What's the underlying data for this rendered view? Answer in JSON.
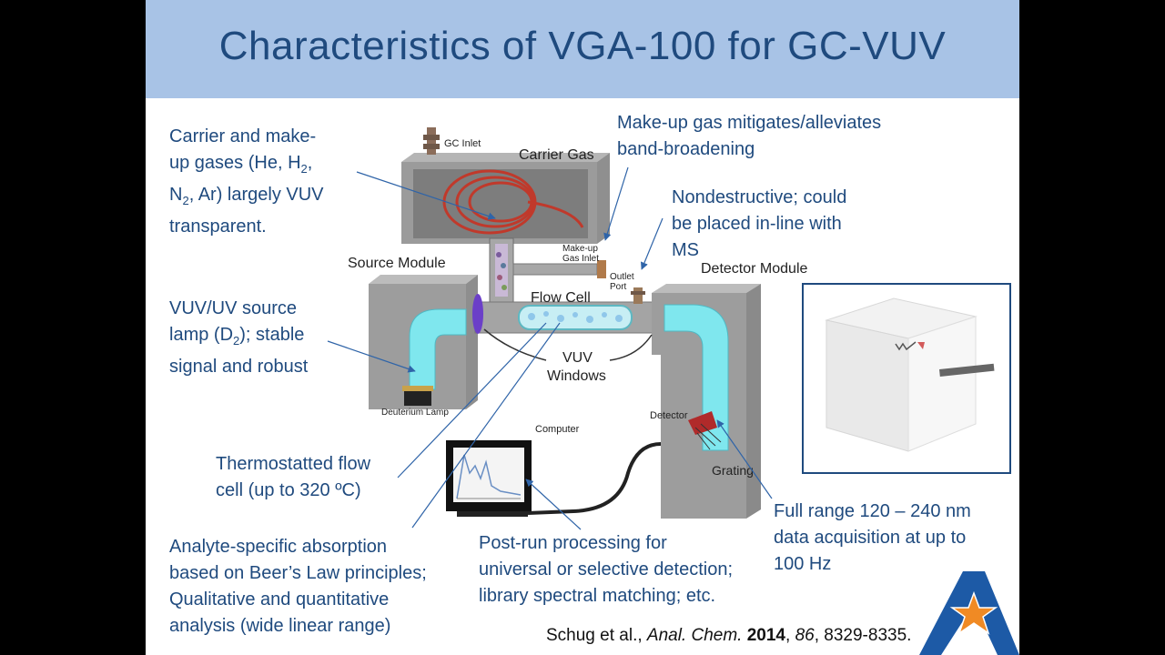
{
  "slide": {
    "title": "Characteristics of VGA-100 for GC-VUV",
    "annotations": [
      {
        "id": "carrier",
        "lines": [
          [
            "Carrier and make-"
          ],
          [
            "up gases (He, H",
            {
              "sub": "2"
            },
            ","
          ],
          [
            "N",
            {
              "sub": "2"
            },
            ", Ar) largely VUV"
          ],
          [
            "transparent."
          ]
        ]
      },
      {
        "id": "makeup",
        "lines": [
          [
            "Make-up gas mitigates/alleviates"
          ],
          [
            "band-broadening"
          ]
        ]
      },
      {
        "id": "nondestructive",
        "lines": [
          [
            "Nondestructive; could"
          ],
          [
            "be placed in-line with"
          ],
          [
            "MS"
          ]
        ]
      },
      {
        "id": "source",
        "lines": [
          [
            "VUV/UV source"
          ],
          [
            "lamp (D",
            {
              "sub": "2"
            },
            "); stable"
          ],
          [
            "signal and robust"
          ]
        ]
      },
      {
        "id": "thermo",
        "lines": [
          [
            "Thermostatted flow"
          ],
          [
            "cell (up to 320 ºC)"
          ]
        ]
      },
      {
        "id": "fullrange",
        "lines": [
          [
            "Full range 120 – 240 nm"
          ],
          [
            "data acquisition at up to"
          ],
          [
            "100 Hz"
          ]
        ]
      },
      {
        "id": "analyte",
        "lines": [
          [
            "Analyte-specific absorption"
          ],
          [
            "based on Beer’s Law principles;"
          ],
          [
            "Qualitative and quantitative"
          ],
          [
            "analysis (wide linear range)"
          ]
        ]
      },
      {
        "id": "postrun",
        "lines": [
          [
            "Post-run processing for"
          ],
          [
            "universal or selective detection;"
          ],
          [
            "library spectral matching; etc."
          ]
        ]
      }
    ],
    "diagram_labels": {
      "gc_inlet": "GC Inlet",
      "carrier_gas": "Carrier Gas",
      "makeup_inlet_1": "Make-up",
      "makeup_inlet_2": "Gas Inlet",
      "source_module": "Source Module",
      "flow_cell": "Flow Cell",
      "outlet_1": "Outlet",
      "outlet_2": "Port",
      "detector_module": "Detector Module",
      "vuv_1": "VUV",
      "vuv_2": "Windows",
      "deuterium_lamp": "Deuterium Lamp",
      "computer": "Computer",
      "detector": "Detector",
      "grating": "Grating"
    },
    "citation": {
      "authors": "Schug et al., ",
      "journal": "Anal. Chem.",
      "sep": " ",
      "year": "2014",
      "comma": ", ",
      "volume": "86",
      "pages": ", 8329-8335."
    }
  },
  "colors": {
    "header_bg": "#a8c3e6",
    "accent_text": "#1f4a7e",
    "vuv_beam": "#7fe7ee",
    "window_purple": "#6b3fc8",
    "coil_red": "#c0392b",
    "logo_blue": "#1d5aa6",
    "logo_orange": "#f08a24"
  }
}
